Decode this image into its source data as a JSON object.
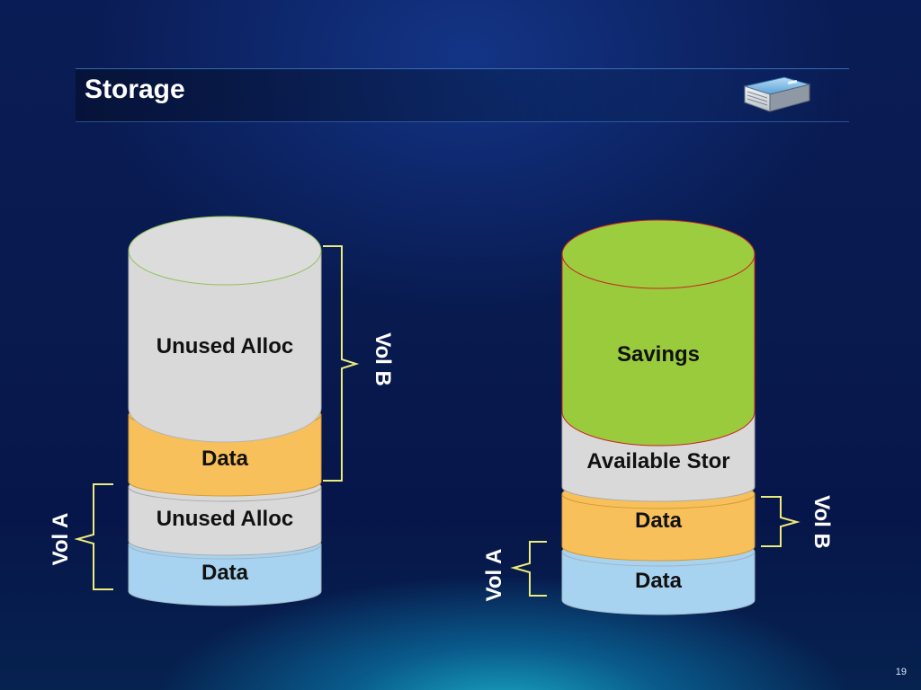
{
  "slide": {
    "title": "Storage",
    "page_number": "19",
    "icon": "server-storage-icon"
  },
  "left_stack": {
    "segments": [
      {
        "label": "Unused Alloc",
        "color": "#d9d9d9"
      },
      {
        "label": "Data",
        "color": "#f8c05a"
      },
      {
        "label": "Unused Alloc",
        "color": "#d9d9d9"
      },
      {
        "label": "Data",
        "color": "#a7d3f0"
      }
    ],
    "brackets": [
      {
        "label": "Vol B"
      },
      {
        "label": "Vol A"
      }
    ]
  },
  "right_stack": {
    "segments": [
      {
        "label": "Savings",
        "color": "#9acb3c"
      },
      {
        "label": "Available Stor",
        "color": "#d9d9d9"
      },
      {
        "label": "Data",
        "color": "#f8c05a"
      },
      {
        "label": "Data",
        "color": "#a7d3f0"
      }
    ],
    "brackets": [
      {
        "label": "Vol B"
      },
      {
        "label": "Vol A"
      }
    ]
  },
  "colors": {
    "bracket": "#ecec7a",
    "savings_outline": "#cc2222"
  }
}
